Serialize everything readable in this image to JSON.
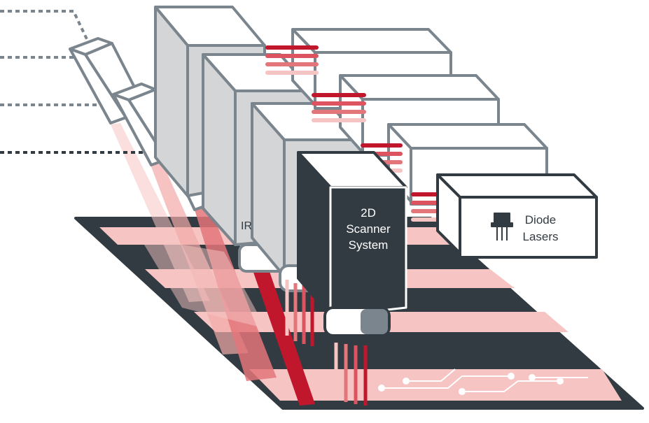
{
  "labels": {
    "ir": "IR",
    "scanner_line1": "2D",
    "scanner_line2": "Scanner",
    "scanner_line3": "System",
    "lasers_line1": "Diode",
    "lasers_line2": "Lasers"
  },
  "colors": {
    "dark": "#333b42",
    "gray_outline": "#7b858d",
    "gray_fill": "#d4d5d7",
    "red": "#c0172c",
    "red_mid": "#dd5460",
    "pink_light": "#f6c5c3",
    "pink_pale": "#fbe3e1",
    "white": "#ffffff"
  },
  "icons": [
    "diode-laser-icon",
    "circuit-traces-icon"
  ]
}
